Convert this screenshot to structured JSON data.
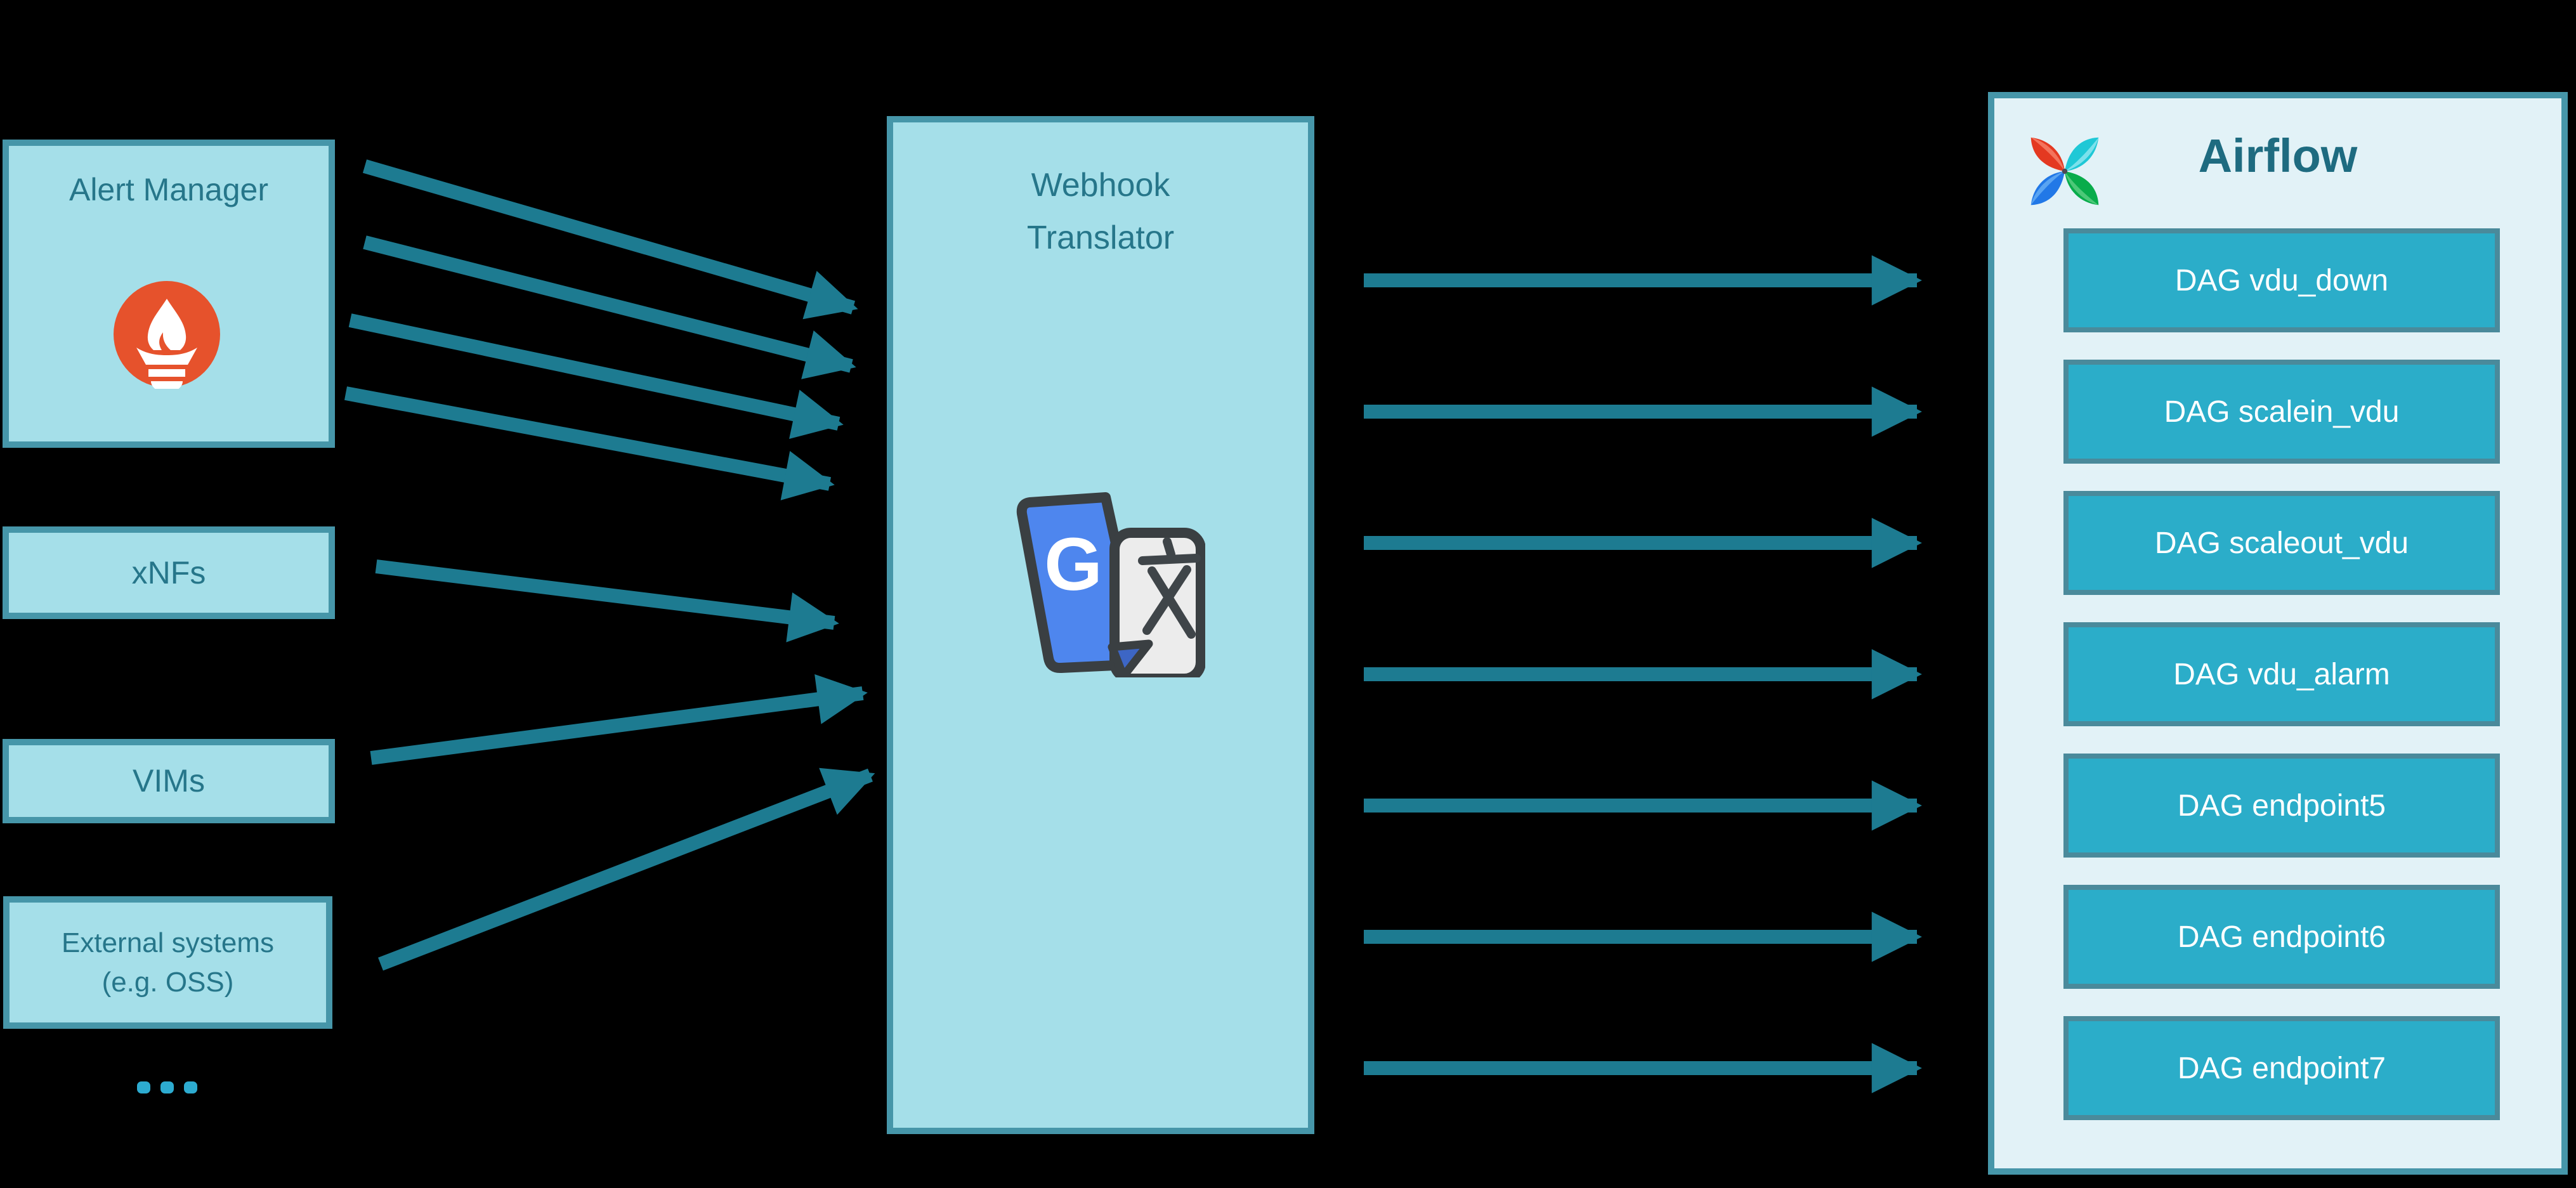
{
  "colors": {
    "background": "#000000",
    "box_fill": "#a5dfe9",
    "box_border": "#4696a9",
    "label_text": "#26768a",
    "arrow": "#1d7b91",
    "dag_fill": "#2badc9",
    "dag_border": "#4a8a9b",
    "dag_text": "#ffffff",
    "airflow_fill": "#e2f2f7",
    "airflow_title": "#1e6b80",
    "ellipsis_dots": "#2dabd0",
    "prometheus_orange": "#e6522c",
    "translate_blue": "#4e86ee",
    "translate_fold_blue": "#3d66c5",
    "translate_gray": "#ececec",
    "translate_outline": "#3a3f42"
  },
  "sources": [
    {
      "id": "alert-manager",
      "label": "Alert Manager",
      "icon": "prometheus-icon"
    },
    {
      "id": "xnfs",
      "label": "xNFs"
    },
    {
      "id": "vims",
      "label": "VIMs"
    },
    {
      "id": "external-systems",
      "label_lines": [
        "External systems",
        "(e.g. OSS)"
      ]
    }
  ],
  "more_sources_indicator": "ellipsis-dots",
  "webhook": {
    "id": "webhook-translator",
    "title_lines": [
      "Webhook",
      "Translator"
    ],
    "icon": "google-translate-icon"
  },
  "airflow": {
    "id": "airflow",
    "title": "Airflow",
    "icon": "airflow-pinwheel-icon",
    "dags": [
      {
        "label": "DAG vdu_down"
      },
      {
        "label": "DAG scalein_vdu"
      },
      {
        "label": "DAG scaleout_vdu"
      },
      {
        "label": "DAG vdu_alarm"
      },
      {
        "label": "DAG endpoint5"
      },
      {
        "label": "DAG endpoint6"
      },
      {
        "label": "DAG endpoint7"
      }
    ]
  },
  "edges": [
    {
      "from": "alert-manager",
      "to": "webhook-translator"
    },
    {
      "from": "alert-manager",
      "to": "webhook-translator"
    },
    {
      "from": "alert-manager",
      "to": "webhook-translator"
    },
    {
      "from": "alert-manager",
      "to": "webhook-translator"
    },
    {
      "from": "xnfs",
      "to": "webhook-translator"
    },
    {
      "from": "vims",
      "to": "webhook-translator"
    },
    {
      "from": "external-systems",
      "to": "webhook-translator"
    },
    {
      "from": "webhook-translator",
      "to": "DAG vdu_down"
    },
    {
      "from": "webhook-translator",
      "to": "DAG scalein_vdu"
    },
    {
      "from": "webhook-translator",
      "to": "DAG scaleout_vdu"
    },
    {
      "from": "webhook-translator",
      "to": "DAG vdu_alarm"
    },
    {
      "from": "webhook-translator",
      "to": "DAG endpoint5"
    },
    {
      "from": "webhook-translator",
      "to": "DAG endpoint6"
    },
    {
      "from": "webhook-translator",
      "to": "DAG endpoint7"
    }
  ]
}
